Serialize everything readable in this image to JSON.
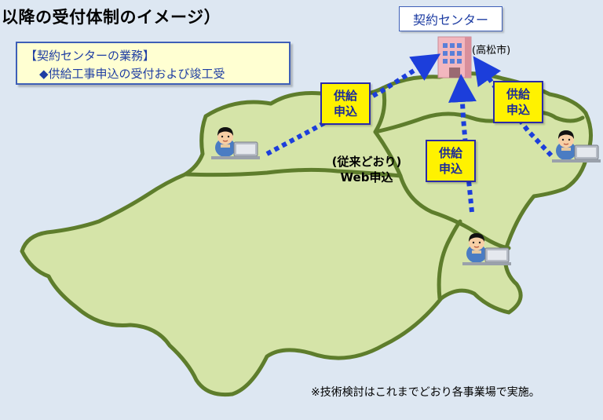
{
  "title": "以降の受付体制のイメージ）",
  "business_box": {
    "heading": "【契約センターの業務】",
    "item": "◆供給工事申込の受付および竣工受"
  },
  "contract_center": {
    "label": "契約センター",
    "city": "(高松市)"
  },
  "application_tag": {
    "line1": "供給",
    "line2": "申込"
  },
  "web_note": {
    "line1": "(従来どおり)",
    "line2": "Web申込"
  },
  "footnote": "※技術検討はこれまでどおり各事業場で実施。",
  "colors": {
    "background": "#dde7f2",
    "land_fill": "#d5e4a8",
    "boundary": "#5e7d2c",
    "arrow": "#1c3edb",
    "tag_fill": "#fff200",
    "tag_border": "#2a2aa8",
    "box_text": "#1f3ea3"
  },
  "icons": {
    "building": "office-building-icon",
    "operator": "operator-at-laptop-icon"
  }
}
